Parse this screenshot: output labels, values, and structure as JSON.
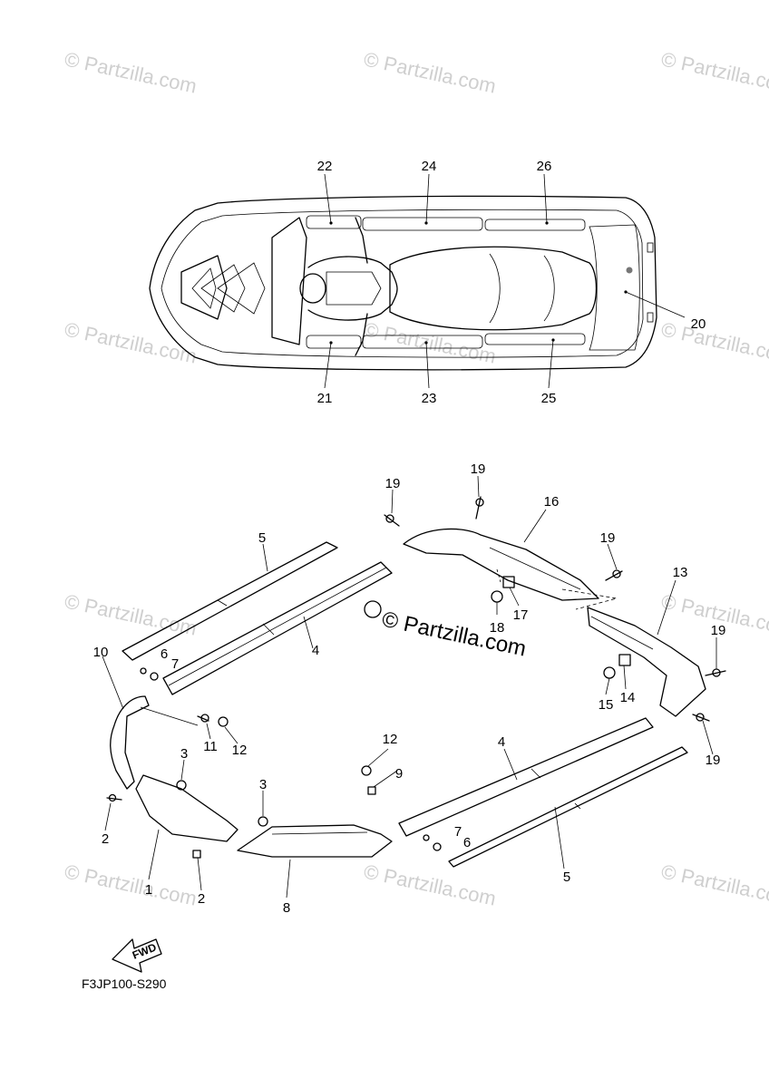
{
  "watermark": "© Partzilla.com",
  "center_watermark": "© Partzilla.com",
  "fwd_label": "FWD",
  "figure_code": "F3JP100-S290",
  "callouts": {
    "c22": "22",
    "c24": "24",
    "c26": "26",
    "c20": "20",
    "c21": "21",
    "c23": "23",
    "c25": "25",
    "c19a": "19",
    "c19b": "19",
    "c19c": "19",
    "c19d": "19",
    "c19e": "19",
    "c16": "16",
    "c13": "13",
    "c18": "18",
    "c17": "17",
    "c15": "15",
    "c14": "14",
    "c5a": "5",
    "c4a": "4",
    "c10": "10",
    "c6a": "6",
    "c7a": "7",
    "c11": "11",
    "c12a": "12",
    "c3a": "3",
    "c2a": "2",
    "c1": "1",
    "c2b": "2",
    "c3b": "3",
    "c8": "8",
    "c12b": "12",
    "c9": "9",
    "c4b": "4",
    "c7b": "7",
    "c6b": "6",
    "c5b": "5"
  }
}
